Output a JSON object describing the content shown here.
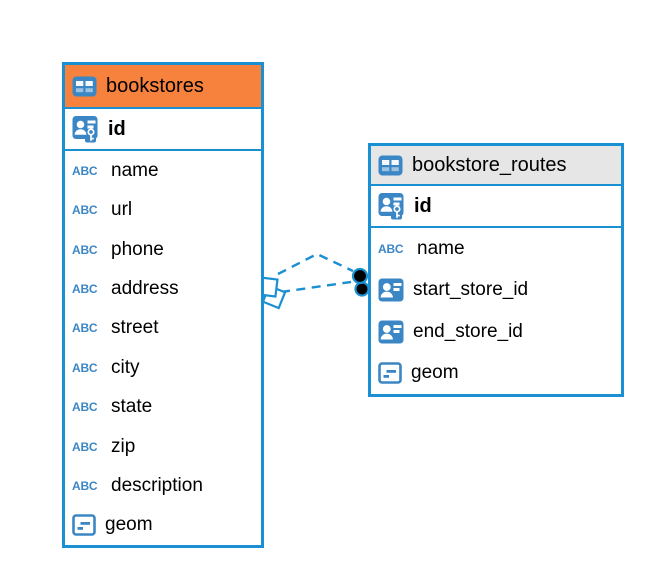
{
  "diagram": {
    "tables": [
      {
        "name": "bookstores",
        "header_color": "#F6823D",
        "primary_key": {
          "name": "id",
          "type": "primary-key"
        },
        "columns": [
          {
            "name": "name",
            "type": "text"
          },
          {
            "name": "url",
            "type": "text"
          },
          {
            "name": "phone",
            "type": "text"
          },
          {
            "name": "address",
            "type": "text"
          },
          {
            "name": "street",
            "type": "text"
          },
          {
            "name": "city",
            "type": "text"
          },
          {
            "name": "state",
            "type": "text"
          },
          {
            "name": "zip",
            "type": "text"
          },
          {
            "name": "description",
            "type": "text"
          },
          {
            "name": "geom",
            "type": "geometry"
          }
        ]
      },
      {
        "name": "bookstore_routes",
        "header_color": "#E6E6E6",
        "primary_key": {
          "name": "id",
          "type": "primary-key"
        },
        "columns": [
          {
            "name": "name",
            "type": "text"
          },
          {
            "name": "start_store_id",
            "type": "reference"
          },
          {
            "name": "end_store_id",
            "type": "reference"
          },
          {
            "name": "geom",
            "type": "geometry"
          }
        ]
      }
    ],
    "relationship": {
      "style": "dashed",
      "line_color": "#1A8FD1",
      "left_marker": "double-diamond",
      "right_marker": "double-black-dot"
    },
    "colors": {
      "table_border_blue": "#1A8FD1",
      "icon_blue": "#3B86C4",
      "bookstores_header_orange": "#F6823D",
      "routes_header_gray": "#E6E6E6",
      "text_black": "#000000"
    },
    "type_icon_text": {
      "abc": "ABC"
    }
  }
}
